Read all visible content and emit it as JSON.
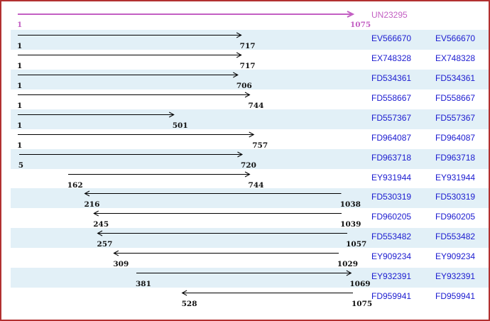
{
  "page": {
    "border_color": "#b23030",
    "background": "#ffffff"
  },
  "figure": {
    "type": "sequence-alignment-map",
    "colors": {
      "reference": "#c35fc3",
      "alignment_arrow": "#000000",
      "accession_label": "#1b1bd0",
      "row_stripe": "#e2f0f7"
    },
    "scale": {
      "min": 1,
      "max": 1075
    },
    "reference": {
      "name": "UN23295",
      "start": "1",
      "end": "1075",
      "strand": "+"
    },
    "alignments": [
      {
        "accession": "EV566670",
        "start": "1",
        "end": "717",
        "strand": "+"
      },
      {
        "accession": "EX748328",
        "start": "1",
        "end": "717",
        "strand": "+"
      },
      {
        "accession": "FD534361",
        "start": "1",
        "end": "706",
        "strand": "+"
      },
      {
        "accession": "FD558667",
        "start": "1",
        "end": "744",
        "strand": "+"
      },
      {
        "accession": "FD557367",
        "start": "1",
        "end": "501",
        "strand": "+"
      },
      {
        "accession": "FD964087",
        "start": "1",
        "end": "757",
        "strand": "+"
      },
      {
        "accession": "FD963718",
        "start": "5",
        "end": "720",
        "strand": "+"
      },
      {
        "accession": "EY931944",
        "start": "162",
        "end": "744",
        "strand": "+"
      },
      {
        "accession": "FD530319",
        "start": "216",
        "end": "1038",
        "strand": "-"
      },
      {
        "accession": "FD960205",
        "start": "245",
        "end": "1039",
        "strand": "-"
      },
      {
        "accession": "FD553482",
        "start": "257",
        "end": "1057",
        "strand": "-"
      },
      {
        "accession": "EY909234",
        "start": "309",
        "end": "1029",
        "strand": "-"
      },
      {
        "accession": "EY932391",
        "start": "381",
        "end": "1069",
        "strand": "+"
      },
      {
        "accession": "FD959941",
        "start": "528",
        "end": "1075",
        "strand": "-"
      }
    ]
  }
}
